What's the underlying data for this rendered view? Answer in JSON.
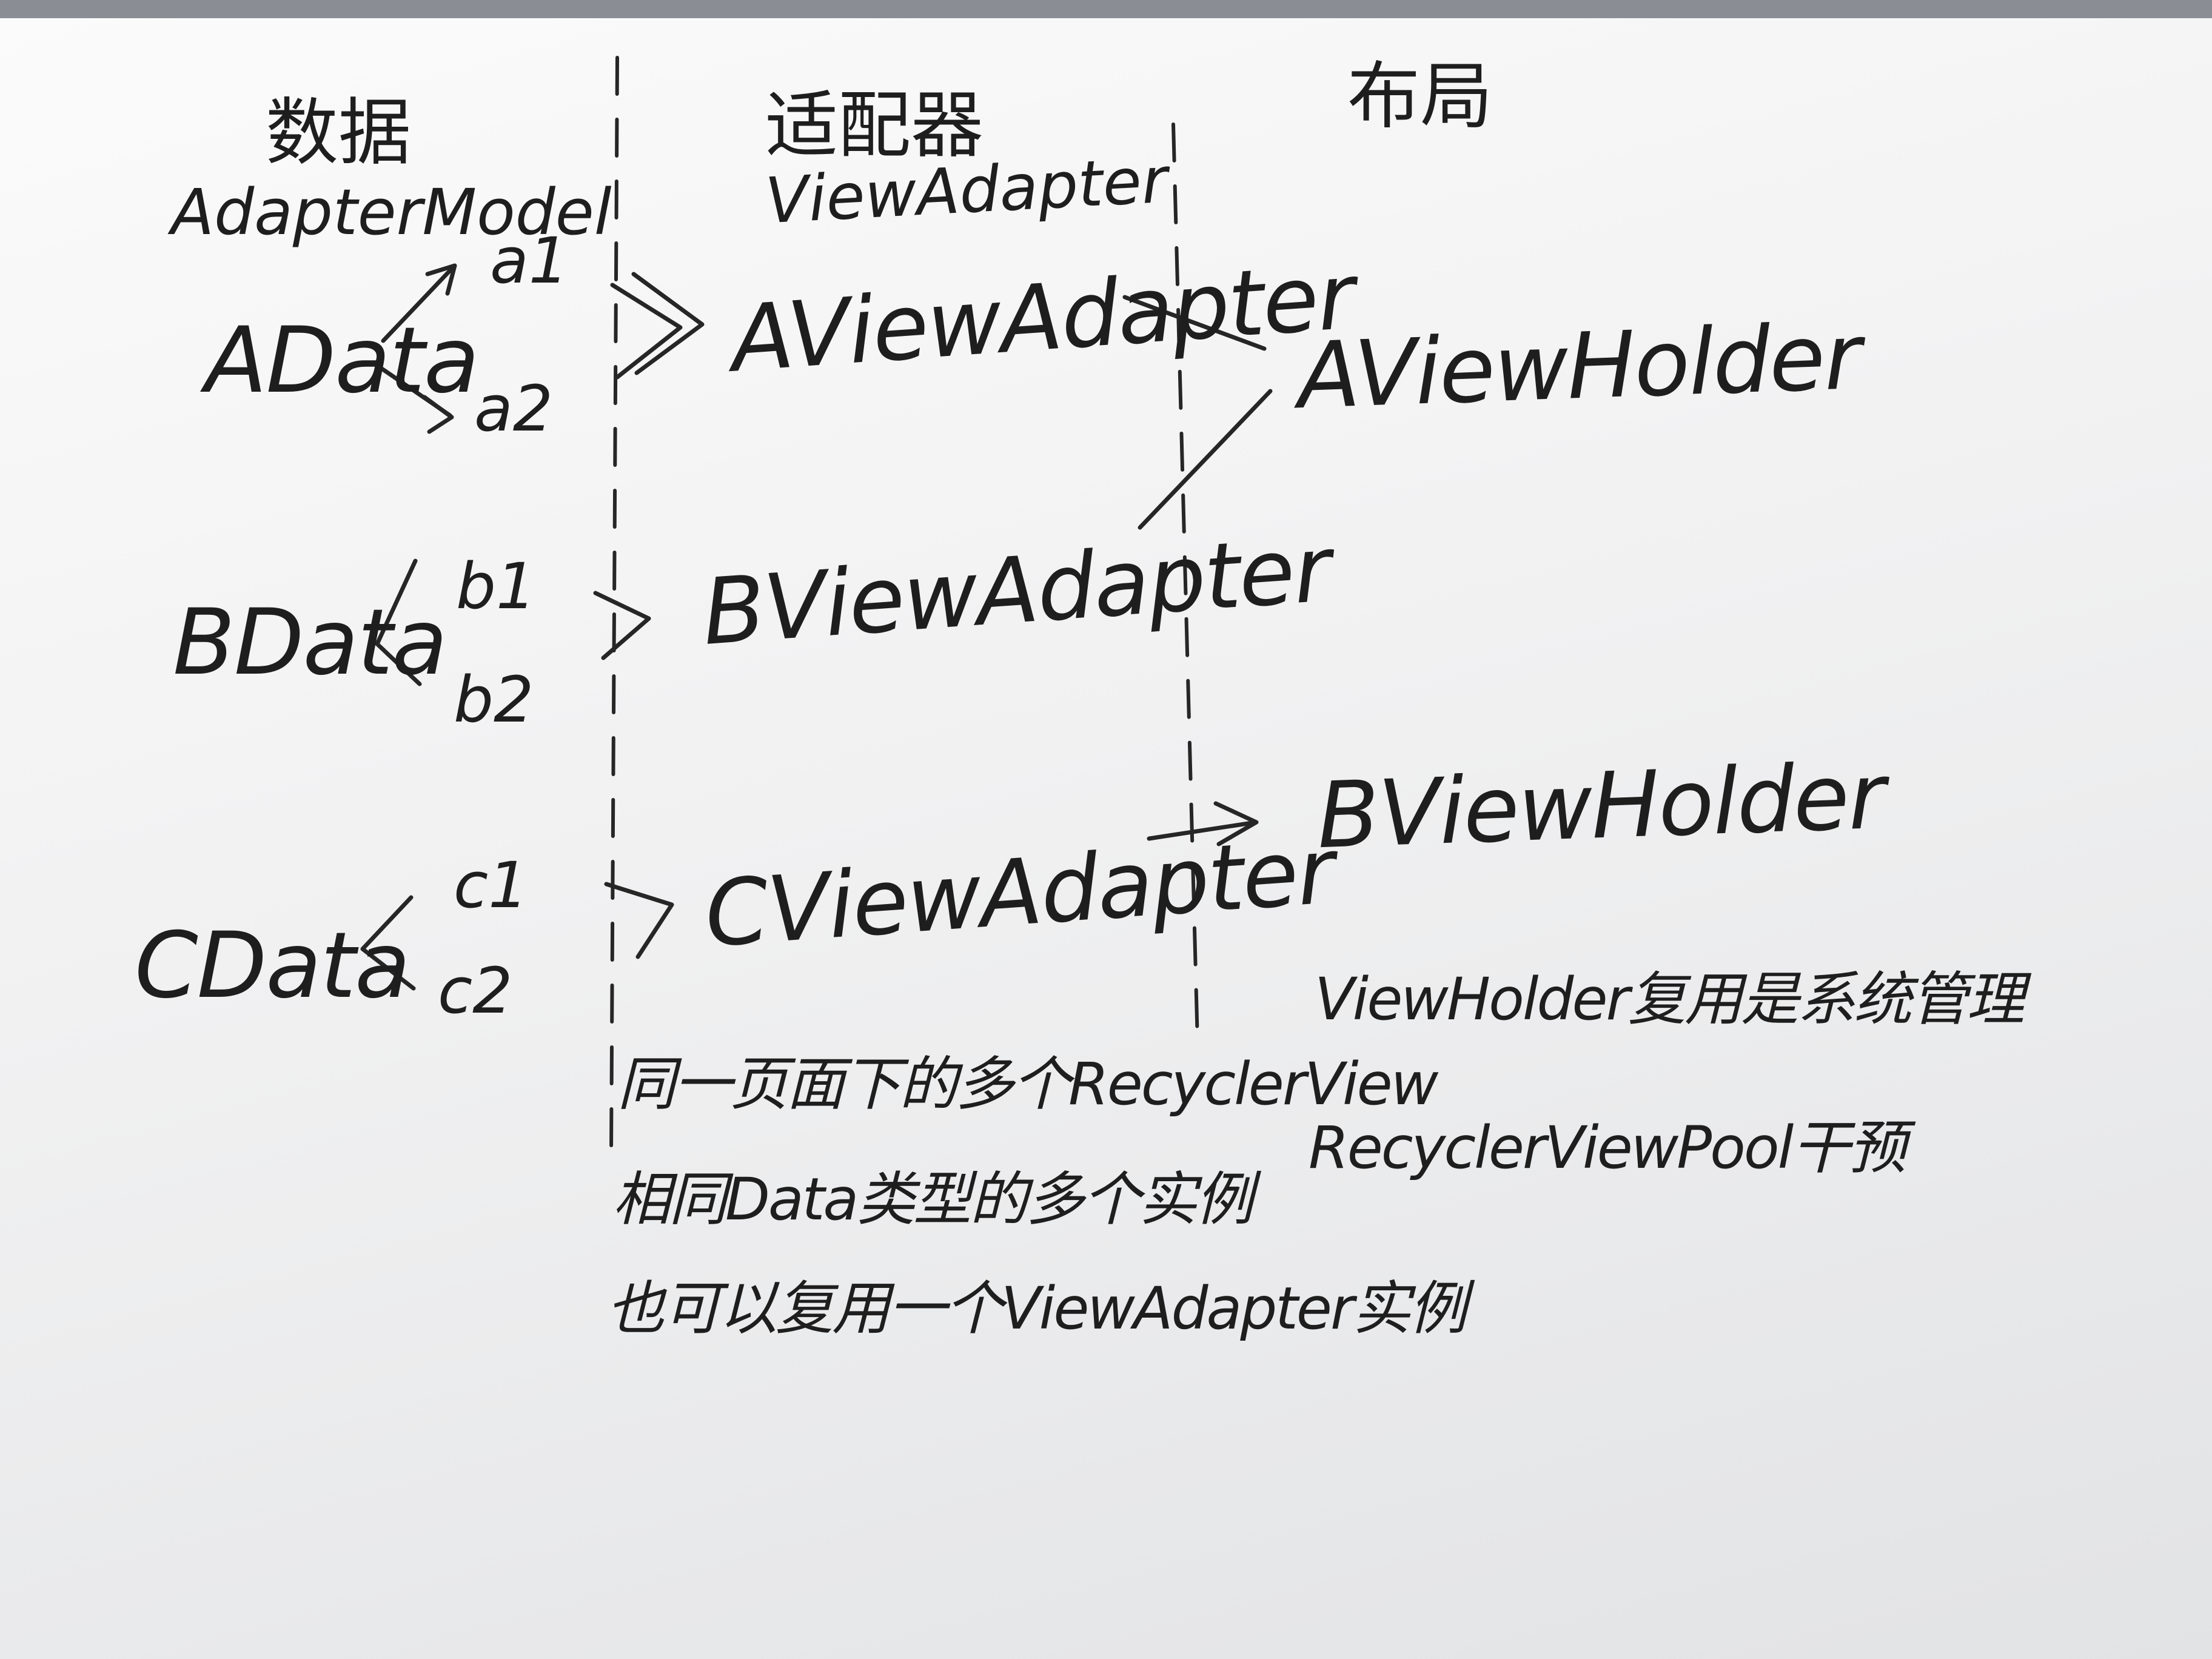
{
  "headers": {
    "data": "数据",
    "data_sub": "AdapterModel",
    "adapter": "适配器",
    "adapter_sub": "ViewAdapter",
    "layout": "布局"
  },
  "data_nodes": [
    {
      "label": "AData",
      "items": [
        "a1",
        "a2"
      ]
    },
    {
      "label": "BData",
      "items": [
        "b1",
        "b2"
      ]
    },
    {
      "label": "CData",
      "items": [
        "c1",
        "c2"
      ]
    }
  ],
  "adapters": [
    "AViewAdapter",
    "BViewAdapter",
    "CViewAdapter"
  ],
  "holders": [
    "AViewHolder",
    "BViewHolder"
  ],
  "notes_left": [
    "同一页面下的多个RecyclerView",
    "相同Data类型的多个实例",
    "也可以复用一个ViewAdapter实例"
  ],
  "notes_right": [
    "ViewHolder复用是系统管理",
    "RecyclerViewPool干预"
  ]
}
